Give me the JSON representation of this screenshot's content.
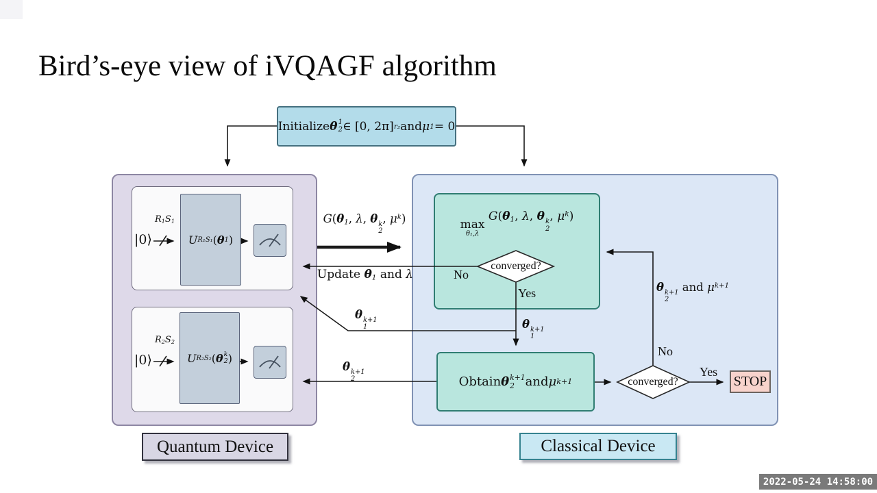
{
  "slide": {
    "title": "Bird’s-eye view of iVQAGF algorithm"
  },
  "timestamp": "2022-05-24 14:58:00",
  "colors": {
    "init_fill": "#b3dcea",
    "init_border": "#45707f",
    "quantum_fill": "#ded9e9",
    "quantum_border": "#8d86a3",
    "circuit_fill": "#fafafb",
    "gate_fill": "#c3cfdb",
    "classical_fill": "#dce7f6",
    "classical_border": "#8092b4",
    "teal_fill": "#b9e6de",
    "teal_border": "#2f7d72",
    "stop_fill": "#f8d3cc",
    "quantum_label_fill": "#d8d6e4",
    "classical_label_fill": "#c9e8f3",
    "timestamp_bg": "#6f6f6f"
  },
  "init": {
    "math": [
      {
        "t": "Initialize ",
        "s": "n"
      },
      {
        "t": "θ",
        "s": "b"
      },
      {
        "t": "1|2",
        "s": "stk"
      },
      {
        "t": " ∈ [0, 2π]",
        "s": "n"
      },
      {
        "t": "r₂",
        "s": "sup"
      },
      {
        "t": " and ",
        "s": "n"
      },
      {
        "t": "μ",
        "s": "i"
      },
      {
        "t": "1",
        "s": "sup"
      },
      {
        "t": " = 0",
        "s": "n"
      }
    ]
  },
  "quantum": {
    "device_label": "Quantum Device",
    "circuit1": {
      "ket": "|0⟩",
      "wire": [
        {
          "t": "R",
          "s": "i"
        },
        {
          "t": "1",
          "s": "sub"
        },
        {
          "t": "S",
          "s": "i"
        },
        {
          "t": "1",
          "s": "sub"
        }
      ],
      "gate": [
        {
          "t": "U",
          "s": "i"
        },
        {
          "t": "R₁S₁",
          "s": "sub"
        },
        {
          "t": "(",
          "s": "n"
        },
        {
          "t": "θ",
          "s": "b"
        },
        {
          "t": "1",
          "s": "sub"
        },
        {
          "t": ")",
          "s": "n"
        }
      ],
      "meter_icon": "measurement-gauge-icon"
    },
    "circuit2": {
      "ket": "|0⟩",
      "wire": [
        {
          "t": "R",
          "s": "i"
        },
        {
          "t": "2",
          "s": "sub"
        },
        {
          "t": "S",
          "s": "i"
        },
        {
          "t": "2",
          "s": "sub"
        }
      ],
      "gate": [
        {
          "t": "U",
          "s": "i"
        },
        {
          "t": "R₂S₂",
          "s": "sub"
        },
        {
          "t": "(",
          "s": "n"
        },
        {
          "t": "θ",
          "s": "b"
        },
        {
          "t": "k|2",
          "s": "stk"
        },
        {
          "t": ")",
          "s": "n"
        }
      ],
      "meter_icon": "measurement-gauge-icon"
    }
  },
  "classical": {
    "device_label": "Classical Device",
    "max_box": [
      {
        "t": "max|θ₁,λ",
        "s": "und"
      },
      {
        "t": " G",
        "s": "i"
      },
      {
        "t": "(",
        "s": "n"
      },
      {
        "t": "θ",
        "s": "b"
      },
      {
        "t": "1",
        "s": "sub"
      },
      {
        "t": ", ",
        "s": "n"
      },
      {
        "t": "λ",
        "s": "i"
      },
      {
        "t": ", ",
        "s": "n"
      },
      {
        "t": "θ",
        "s": "b"
      },
      {
        "t": "k|2",
        "s": "stk"
      },
      {
        "t": ", ",
        "s": "n"
      },
      {
        "t": "μ",
        "s": "i"
      },
      {
        "t": "k",
        "s": "sup"
      },
      {
        "t": ")",
        "s": "n"
      }
    ],
    "diamond1": {
      "text": "converged?",
      "no": "No",
      "yes": "Yes"
    },
    "obtain_box": [
      {
        "t": "Obtain ",
        "s": "n"
      },
      {
        "t": "θ",
        "s": "b"
      },
      {
        "t": "k+1|2",
        "s": "stk"
      },
      {
        "t": " and ",
        "s": "n"
      },
      {
        "t": "μ",
        "s": "i"
      },
      {
        "t": "k+1",
        "s": "sup"
      }
    ],
    "diamond2": {
      "text": "converged?",
      "no": "No",
      "yes": "Yes"
    },
    "stop": "STOP",
    "loop_label": [
      {
        "t": "θ",
        "s": "b"
      },
      {
        "t": "k+1|2",
        "s": "stk"
      },
      {
        "t": " and ",
        "s": "n"
      },
      {
        "t": "μ",
        "s": "i"
      },
      {
        "t": "k+1",
        "s": "sup"
      }
    ]
  },
  "edges": {
    "g_call": [
      {
        "t": "G",
        "s": "i"
      },
      {
        "t": "(",
        "s": "n"
      },
      {
        "t": "θ",
        "s": "b"
      },
      {
        "t": "1",
        "s": "sub"
      },
      {
        "t": ", ",
        "s": "n"
      },
      {
        "t": "λ",
        "s": "i"
      },
      {
        "t": ", ",
        "s": "n"
      },
      {
        "t": "θ",
        "s": "b"
      },
      {
        "t": "k|2",
        "s": "stk"
      },
      {
        "t": ", ",
        "s": "n"
      },
      {
        "t": "μ",
        "s": "i"
      },
      {
        "t": "k",
        "s": "sup"
      },
      {
        "t": ")",
        "s": "n"
      }
    ],
    "update": [
      {
        "t": "Update ",
        "s": "n"
      },
      {
        "t": "θ",
        "s": "b"
      },
      {
        "t": "1",
        "s": "sub"
      },
      {
        "t": " and ",
        "s": "n"
      },
      {
        "t": "λ",
        "s": "i"
      }
    ],
    "theta1": [
      {
        "t": "θ",
        "s": "b"
      },
      {
        "t": "k+1|1",
        "s": "stk"
      }
    ],
    "theta2": [
      {
        "t": "θ",
        "s": "b"
      },
      {
        "t": "k+1|2",
        "s": "stk"
      }
    ]
  }
}
